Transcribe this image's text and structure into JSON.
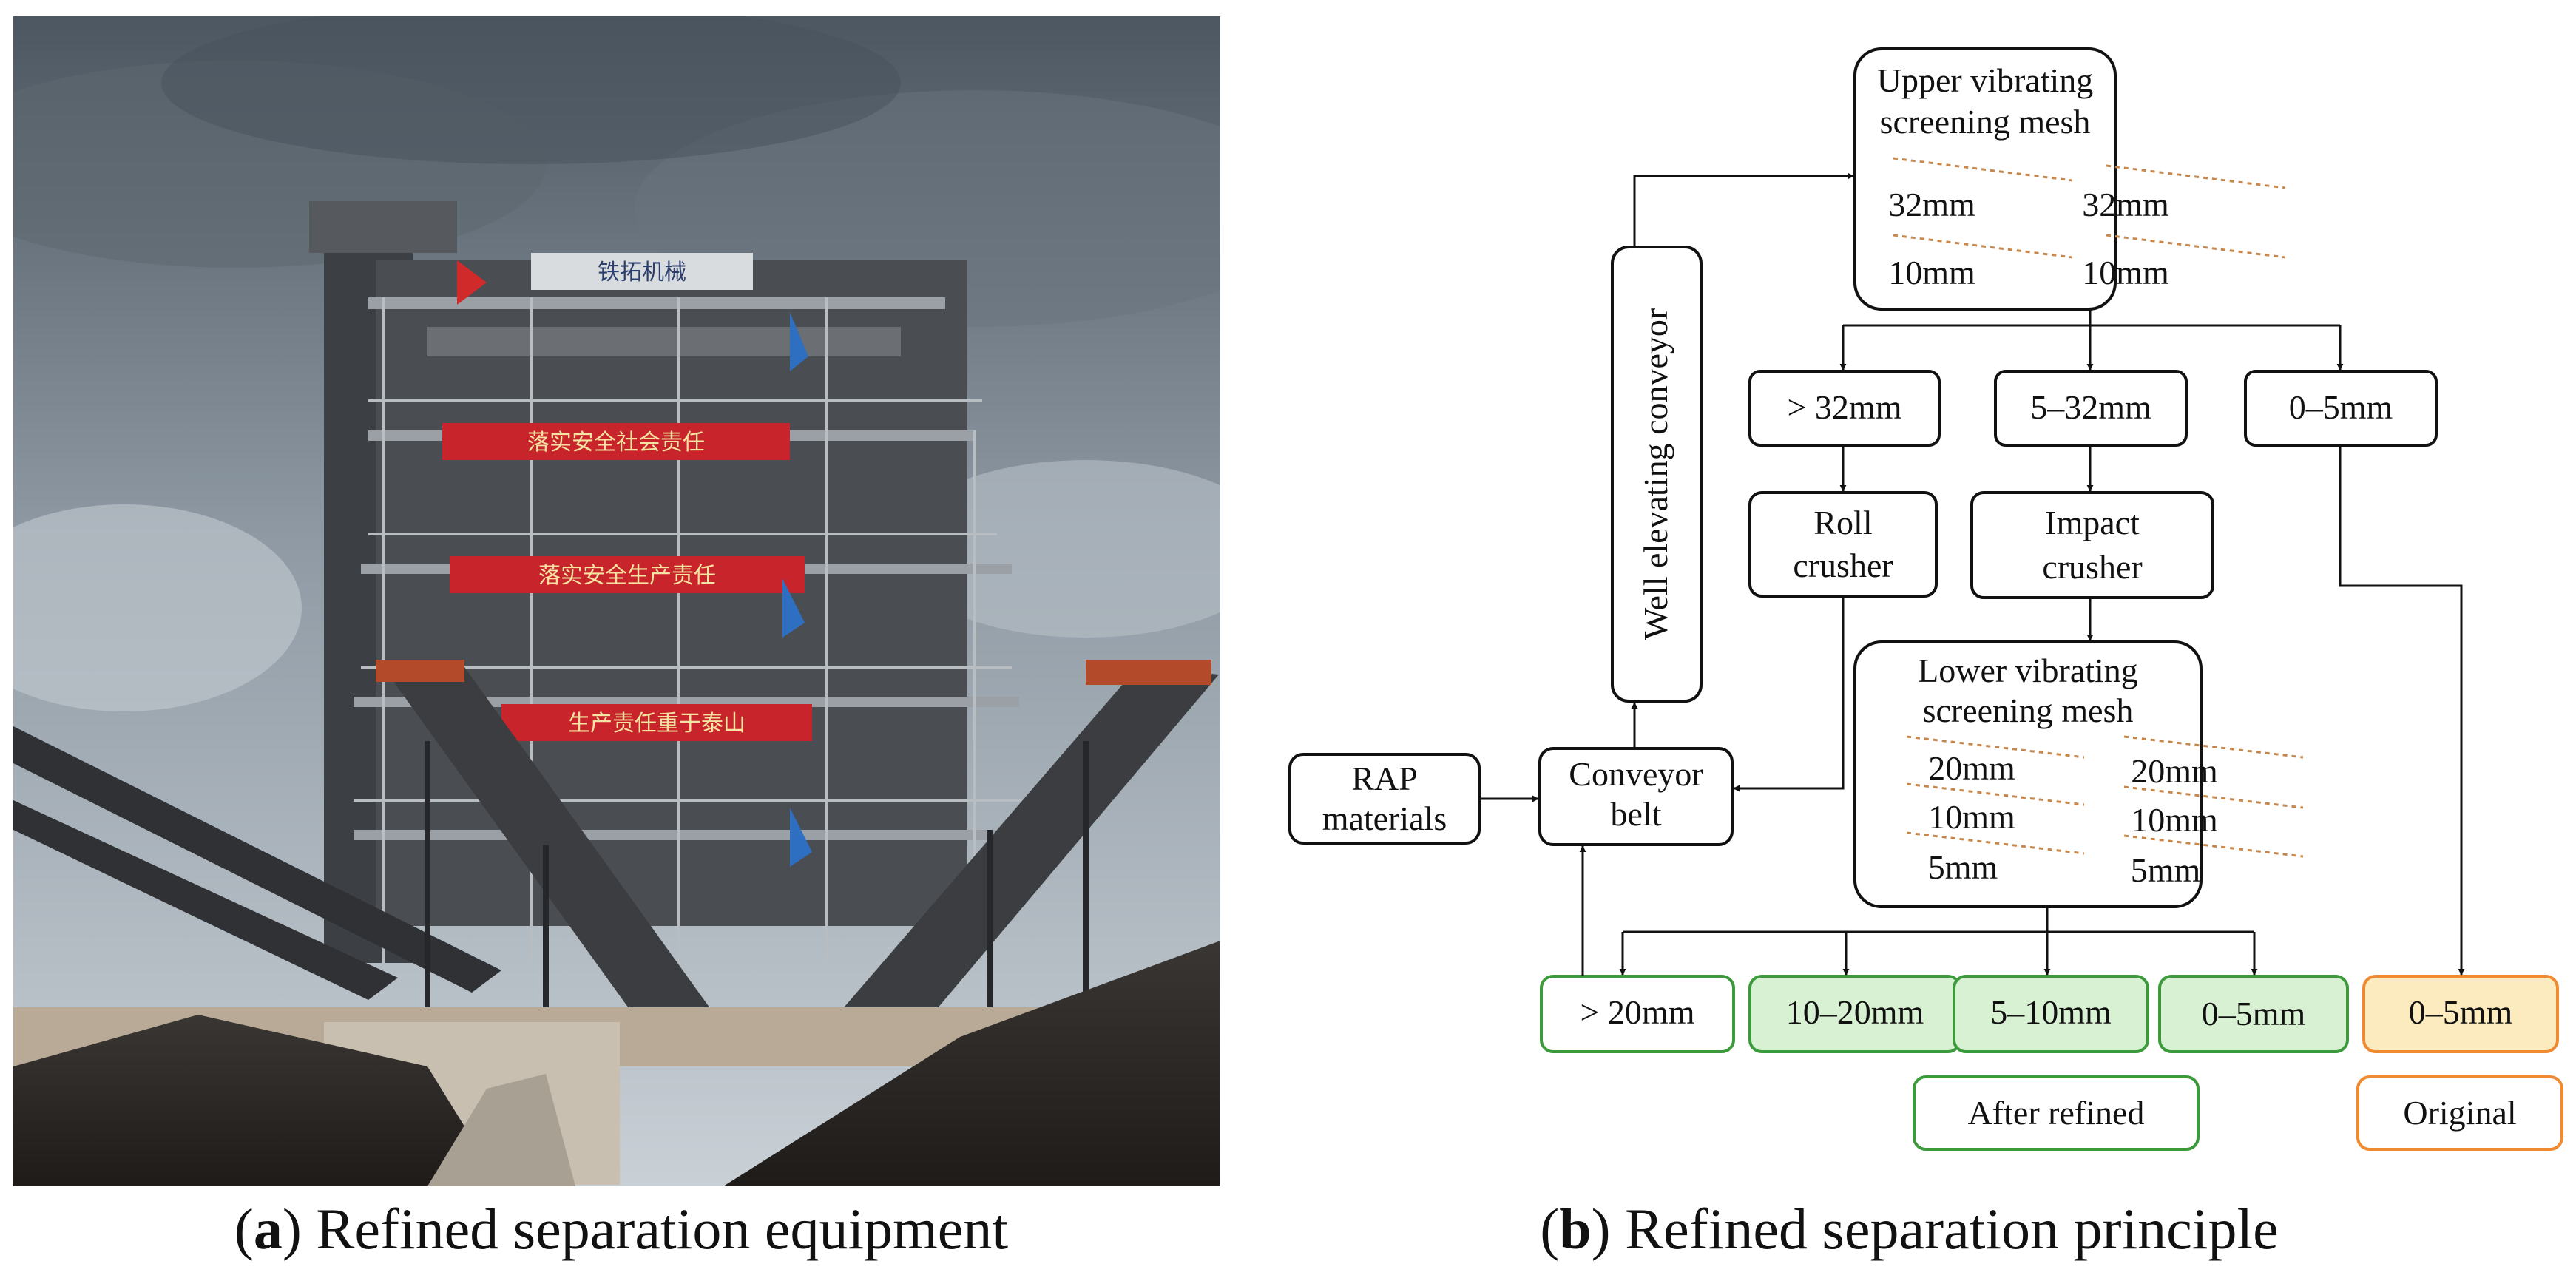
{
  "photo": {
    "banners": [
      "落实安全社会责任",
      "落实安全生产责任",
      "生产责任重于泰山"
    ],
    "brand_sign": "铁拓机械"
  },
  "diagram": {
    "upper_mesh": {
      "title_line1": "Upper vibrating",
      "title_line2": "screening mesh",
      "left_top": "32mm",
      "left_bottom": "10mm",
      "right_top": "32mm",
      "right_bottom": "10mm"
    },
    "elevator": "Well elevating conveyor",
    "rap": {
      "line1": "RAP",
      "line2": "materials"
    },
    "conveyor": {
      "line1": "Conveyor",
      "line2": "belt"
    },
    "split": {
      "coarse": "> 32mm",
      "mid": "5–32mm",
      "fine": "0–5mm"
    },
    "roll_crusher": {
      "line1": "Roll",
      "line2": "crusher"
    },
    "impact_crusher": {
      "line1": "Impact",
      "line2": "crusher"
    },
    "lower_mesh": {
      "title_line1": "Lower vibrating",
      "title_line2": "screening mesh",
      "left": [
        "20mm",
        "10mm",
        "5mm"
      ],
      "right": [
        "20mm",
        "10mm",
        "5mm"
      ]
    },
    "outputs": {
      "o1": "> 20mm",
      "o2": "10–20mm",
      "o3": "5–10mm",
      "o4": "0–5mm",
      "o5": "0–5mm"
    },
    "labels": {
      "refined": "After refined",
      "original": "Original"
    },
    "colors": {
      "refined_fill": "#d9f1d3",
      "refined_stroke": "#3c9a3c",
      "original_fill": "#fdebc0",
      "original_stroke": "#ef8a30",
      "mesh_dash": "#c8874a"
    }
  },
  "captions": {
    "a_letter": "a",
    "a_text": " Refined separation equipment",
    "b_letter": "b",
    "b_text": " Refined separation principle"
  }
}
